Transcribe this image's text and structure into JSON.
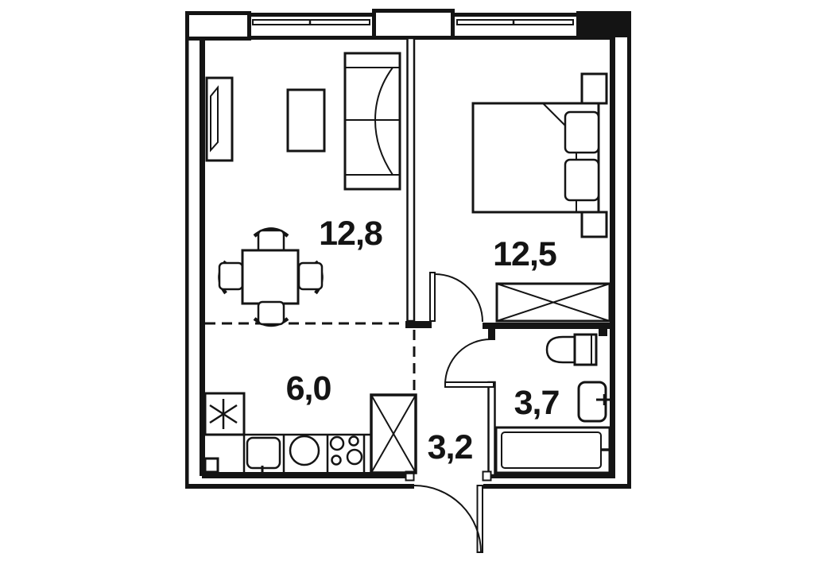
{
  "colors": {
    "background": "#ffffff",
    "line": "#141414"
  },
  "rooms": {
    "living": {
      "area_label": "12,8"
    },
    "bedroom": {
      "area_label": "12,5"
    },
    "kitchen": {
      "area_label": "6,0"
    },
    "hallway": {
      "area_label": "3,2"
    },
    "bathroom": {
      "area_label": "3,7"
    }
  },
  "furniture_icons": [
    "tv-stand-icon",
    "coffee-table-icon",
    "sofa-icon",
    "dining-table-icon",
    "chair-icon",
    "double-bed-icon",
    "pillow-icon",
    "nightstand-icon",
    "wardrobe-icon",
    "fridge-asterisk-icon",
    "kitchen-sink-icon",
    "washing-machine-icon",
    "stove-icon",
    "hall-cabinet-icon",
    "toilet-icon",
    "washbasin-icon",
    "bathtub-icon",
    "window-icon",
    "door-swing-icon"
  ]
}
